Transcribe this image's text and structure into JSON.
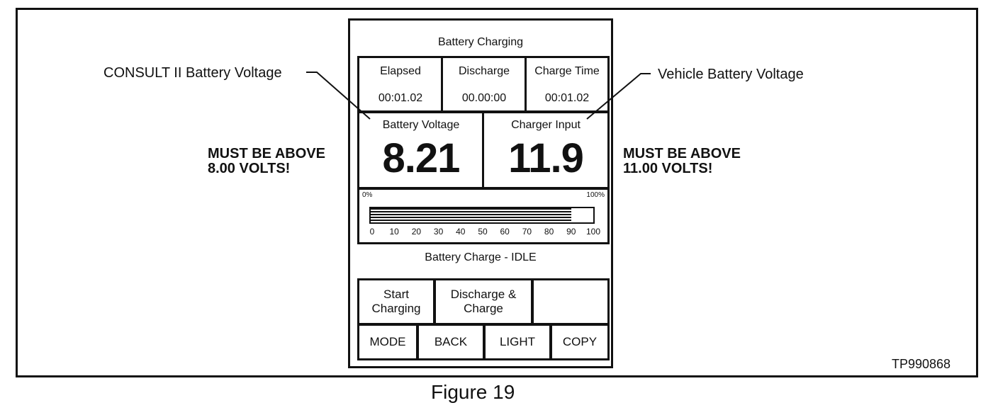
{
  "device": {
    "title": "Battery Charging",
    "timers": [
      {
        "label": "Elapsed",
        "value": "00:01.02"
      },
      {
        "label": "Discharge",
        "value": "00.00:00"
      },
      {
        "label": "Charge Time",
        "value": "00:01.02"
      }
    ],
    "battery_voltage": {
      "label": "Battery Voltage",
      "value": "8.21"
    },
    "charger_input": {
      "label": "Charger Input",
      "value": "11.9"
    },
    "meter": {
      "min_label": "0%",
      "max_label": "100%",
      "scale": [
        "0",
        "10",
        "20",
        "30",
        "40",
        "50",
        "60",
        "70",
        "80",
        "90",
        "100"
      ],
      "fill_percent": 90
    },
    "status": "Battery Charge - IDLE",
    "buttons": {
      "start_charging": "Start Charging",
      "discharge_charge": "Discharge & Charge",
      "mode": "MODE",
      "back": "BACK",
      "light": "LIGHT",
      "copy": "COPY"
    }
  },
  "callouts": {
    "consult_voltage": "CONSULT II Battery Voltage",
    "vehicle_voltage": "Vehicle Battery Voltage"
  },
  "warnings": {
    "left_line1": "MUST BE ABOVE",
    "left_line2": "8.00 VOLTS!",
    "right_line1": "MUST BE ABOVE",
    "right_line2": "11.00 VOLTS!"
  },
  "code": "TP990868",
  "figure_caption": "Figure 19"
}
